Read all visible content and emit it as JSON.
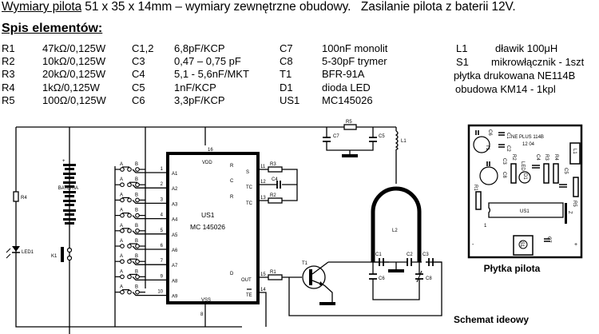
{
  "header": {
    "dims_label": "Wymiary pilota",
    "dims_text": " 51 x 35 x 14mm – wymiary zewnętrzne obudowy.   Zasilanie pilota z baterii 12V."
  },
  "parts_title": "Spis elementów:",
  "parts": {
    "col1": [
      {
        "ref": "R1",
        "value": "47kΩ/0,125W"
      },
      {
        "ref": "R2",
        "value": "10kΩ/0,125W"
      },
      {
        "ref": "R3",
        "value": "20kΩ/0,125W"
      },
      {
        "ref": "R4",
        "value": "1kΩ/0,125W"
      },
      {
        "ref": "R5",
        "value": "100Ω/0,125W"
      }
    ],
    "col2": [
      {
        "ref": "C1,2",
        "value": "6,8pF/KCP"
      },
      {
        "ref": "C3",
        "value": "0,47 – 0,75 pF"
      },
      {
        "ref": "C4",
        "value": "5,1 - 5,6nF/MKT"
      },
      {
        "ref": "C5",
        "value": "1nF/KCP"
      },
      {
        "ref": "C6",
        "value": "3,3pF/KCP"
      }
    ],
    "col3": [
      {
        "ref": "C7",
        "value": "100nF monolit"
      },
      {
        "ref": "C8",
        "value": "5-30pF trymer"
      },
      {
        "ref": "T1",
        "value": "BFR-91A"
      },
      {
        "ref": "D1",
        "value": "dioda LED"
      },
      {
        "ref": "US1",
        "value": "MC145026"
      }
    ],
    "col4": [
      {
        "ref": "L1",
        "value": "dławik 100μH"
      },
      {
        "ref": "S1",
        "value": "mikrowłącznik - 1szt"
      }
    ],
    "extra": [
      "płytka drukowana NE114B",
      "obudowa KM14 - 1kpl"
    ]
  },
  "schematic": {
    "title": "Schemat ideowy",
    "battery_label": "BATERIA",
    "battery_plus": "+",
    "k1_label": "K1",
    "r4_label": "R4",
    "led_label": "LED1",
    "switch_a": "A",
    "switch_b": "B",
    "ic": {
      "name": "US1",
      "part": "MC 145026",
      "vdd": "VDD",
      "vss": "VSS",
      "pin_vdd": "16",
      "pin_vss": "8",
      "left_pins": [
        {
          "num": "1",
          "name": "A1"
        },
        {
          "num": "2",
          "name": "A2"
        },
        {
          "num": "3",
          "name": "A3"
        },
        {
          "num": "4",
          "name": "A4"
        },
        {
          "num": "5",
          "name": "A5"
        },
        {
          "num": "6",
          "name": "A6"
        },
        {
          "num": "7",
          "name": "A7"
        },
        {
          "num": "9",
          "name": "A8"
        },
        {
          "num": "10",
          "name": "A9"
        }
      ],
      "right_pins": [
        {
          "num": "11",
          "main": "R",
          "sub": "S"
        },
        {
          "num": "12",
          "main": "C",
          "sub": "TC"
        },
        {
          "num": "13",
          "main": "R",
          "sub": "TC"
        },
        {
          "num": "15",
          "main": "D",
          "sub": "OUT"
        },
        {
          "num": "14",
          "main": "",
          "sub": "TE"
        }
      ]
    },
    "labels": {
      "r3": "R3",
      "c4": "C4",
      "r2": "R2",
      "r1": "R1",
      "r5": "R5",
      "c7": "C7",
      "c5": "C5",
      "l1": "L1",
      "l2": "L2",
      "t1": "T1",
      "c1": "C1",
      "c2": "C2",
      "c3": "C3",
      "c6": "C6",
      "c8": "C8"
    }
  },
  "pcb": {
    "title": "Płytka pilota",
    "brand": "NE PLUS 114B",
    "date": "12 04",
    "labels": {
      "c6": "C6",
      "c1": "C1",
      "c2": "C2",
      "c3": "C3",
      "c8": "C8",
      "t1": "T1",
      "r2": "R2",
      "led": "LED",
      "d1": "D1",
      "c4": "C4",
      "r3": "R3",
      "r4": "R4",
      "l1": "L1",
      "c5": "C5",
      "r5": "R5",
      "r1": "R1",
      "us1": "US1",
      "z": "Z",
      "pin1": "1",
      "minus": "-",
      "plus": "+",
      "s1": "S1",
      "c7": "C7"
    }
  }
}
